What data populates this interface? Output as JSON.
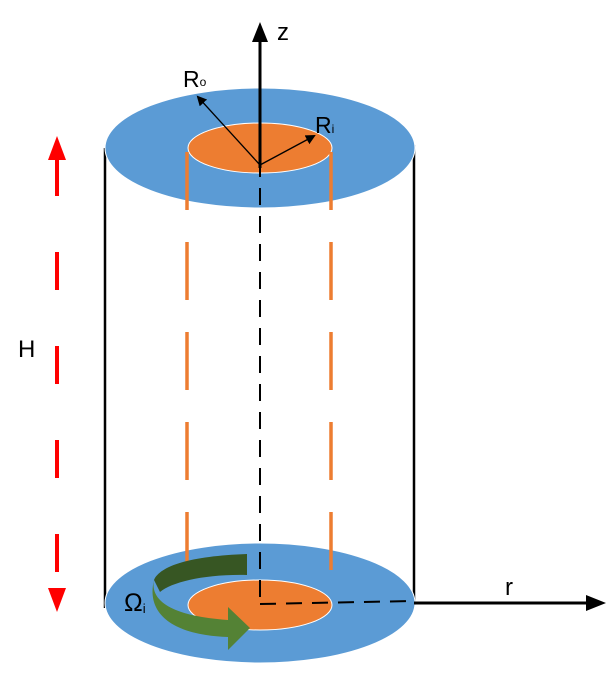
{
  "labels": {
    "z_axis": "z",
    "r_axis": "r",
    "outer_radius": "R",
    "outer_radius_sub": "o",
    "inner_radius": "R",
    "inner_radius_sub": "i",
    "height": "H",
    "rotation": "Ω",
    "rotation_sub": "i"
  },
  "colors": {
    "outer_disk": "#5b9bd5",
    "inner_disk": "#ed7d31",
    "height_arrow": "#ff0000",
    "rotation_arrow": "#548235",
    "rotation_arrow_dark": "#375623",
    "inner_cylinder_dashes": "#ed7d31",
    "lines": "#000000"
  }
}
